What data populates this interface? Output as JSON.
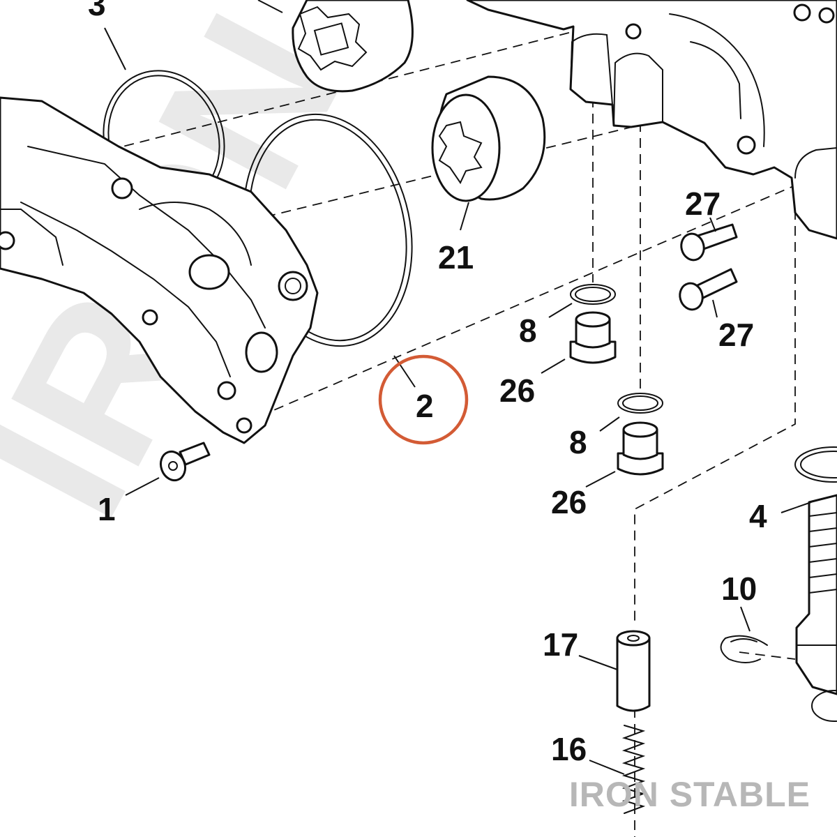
{
  "diagram": {
    "highlight_color": "#d35b35",
    "highlighted_callout": "2",
    "callouts": [
      {
        "id": "callout-1",
        "label": "1"
      },
      {
        "id": "callout-2",
        "label": "2"
      },
      {
        "id": "callout-3",
        "label": "3"
      },
      {
        "id": "callout-4",
        "label": "4"
      },
      {
        "id": "callout-8-a",
        "label": "8"
      },
      {
        "id": "callout-8-b",
        "label": "8"
      },
      {
        "id": "callout-10",
        "label": "10"
      },
      {
        "id": "callout-16",
        "label": "16"
      },
      {
        "id": "callout-17",
        "label": "17"
      },
      {
        "id": "callout-21",
        "label": "21"
      },
      {
        "id": "callout-26-a",
        "label": "26"
      },
      {
        "id": "callout-26-b",
        "label": "26"
      },
      {
        "id": "callout-27-a",
        "label": "27"
      },
      {
        "id": "callout-27-b",
        "label": "27"
      }
    ]
  },
  "watermark": {
    "text": "IRON STABLE"
  },
  "brand": {
    "label": "IRON STABLE"
  }
}
